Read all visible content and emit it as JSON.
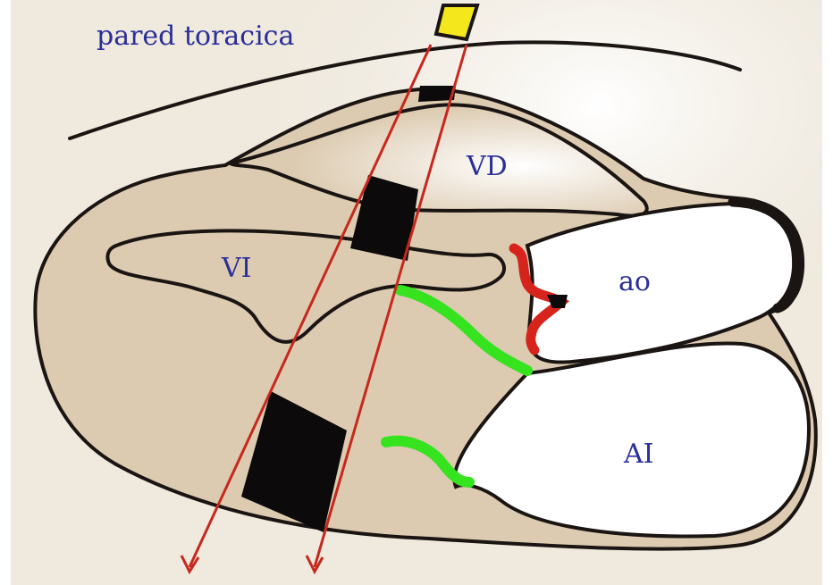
{
  "diagram": {
    "labels": {
      "wall": "pared toracica",
      "vd": "VD",
      "vi": "VI",
      "ao": "ao",
      "ai": "AI"
    },
    "colors": {
      "paper": "#efe9de",
      "chamber_fill": "#ddcbb1",
      "outline": "#1a1412",
      "beam": "#c7281d",
      "probe": "#f4e81d",
      "valve_red": "#d6241c",
      "valve_green": "#35e31f",
      "label": "#2b2f9a"
    }
  }
}
